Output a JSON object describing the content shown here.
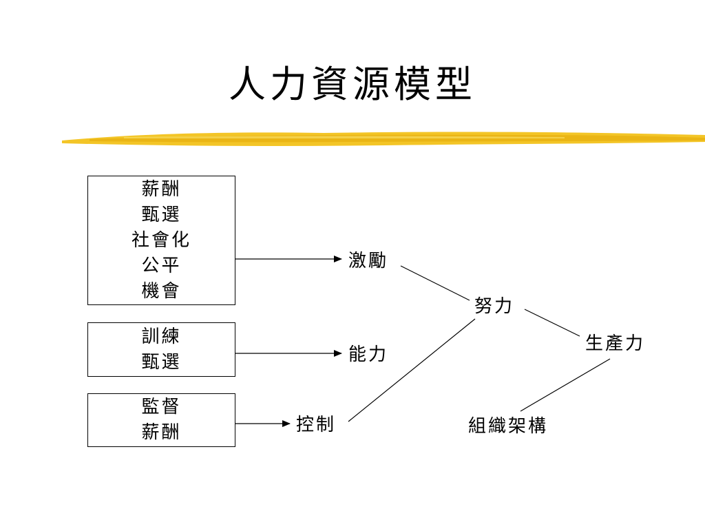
{
  "slide": {
    "title": "人力資源模型"
  },
  "diagram": {
    "boxes": [
      {
        "lines": [
          "薪酬",
          "甄選",
          "社會化",
          "公平",
          "機會"
        ]
      },
      {
        "lines": [
          "訓練",
          "甄選"
        ]
      },
      {
        "lines": [
          "監督",
          "薪酬"
        ]
      }
    ],
    "nodes": {
      "motivation": "激勵",
      "ability": "能力",
      "control": "控制",
      "effort": "努力",
      "productivity": "生產力",
      "structure": "組織架構"
    }
  },
  "colors": {
    "brush": "#F2C21B",
    "line": "#000000"
  }
}
